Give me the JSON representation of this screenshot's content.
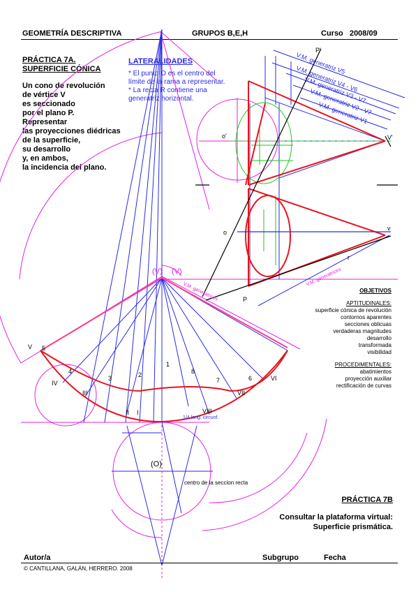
{
  "header": {
    "subject": "GEOMETRÍA DESCRIPTIVA",
    "groups": "GRUPOS B,E,H",
    "course": "Curso   2008/09"
  },
  "practice": {
    "title_line1": "PRÁCTICA 7A.",
    "title_line2": "SUPERFICIE CÓNICA",
    "statement": [
      "Un cono de revolución",
      "de vértice V",
      "es seccionado",
      "por el plano P.",
      "Representar",
      "las proyecciones diédricas",
      "de la superficie,",
      "su desarrollo",
      "y, en ambos,",
      "la incidencia del plano."
    ]
  },
  "lateralidades": {
    "title": "LATERALIDADES",
    "lines": [
      "* El punto O es el centro del",
      "límite de la rama a representar.",
      "* La recta R contiene una",
      "generatriz horizontal."
    ]
  },
  "objetivos": {
    "title": "OBJETIVOS",
    "aptitudinales_title": "APTITUDINALES:",
    "aptitudinales": [
      "superficie cónica de revolución",
      "contornos aparentes",
      "secciones oblicuas",
      "verdaderas magnitudes",
      "desarrollo",
      "transformada",
      "visibilidad"
    ],
    "procedimentales_title": "PROCEDIMENTALES:",
    "procedimentales": [
      "abatimientos",
      "proyección auxiliar",
      "rectificación de curvas"
    ]
  },
  "practica7b": {
    "title": "PRÁCTICA 7B",
    "line1": "Consultar la plataforma virtual:",
    "line2": "Superficie prismática."
  },
  "footer": {
    "author": "Autor/a",
    "subgroup": "Subgrupo",
    "date": "Fecha",
    "copyright": "© CANTILLANA, GALÁN, HERRERO.  2008"
  },
  "drawing_labels": {
    "vm_generatrices": [
      "V.M. generatriz V5",
      "V.M. generatriz V4 - V6",
      "V.M. generatriz V3 - V7",
      "V.M. generatriz V2 - V7",
      "V.M. generatriz V1"
    ],
    "vm_generatrices_dev": "V.M. generatrices",
    "vm_generatrices_bottom": "V.M. generatrices",
    "quarter_length": "1/4 long. circunf.",
    "section_center": "centro de la seccion recta",
    "vertex_dev_1": "(V)",
    "vertex_dev_2": "(V)",
    "center_o": "(O)",
    "point_p": "P'",
    "point_r": "r",
    "point_v_prime": "V'",
    "point_v": "v",
    "point_o_prime": "o'",
    "point_o": "o",
    "point_P": "P",
    "roman": [
      "I",
      "II",
      "III",
      "IV",
      "V",
      "VI",
      "VII",
      "VIII"
    ],
    "arabic": [
      "1",
      "2",
      "3",
      "4",
      "5",
      "6",
      "7",
      "8"
    ]
  },
  "colors": {
    "magenta": "#e61ee6",
    "blue": "#2a2ae6",
    "red": "#e6141e",
    "green": "#1ec81e",
    "pink": "#ff3c8c"
  }
}
